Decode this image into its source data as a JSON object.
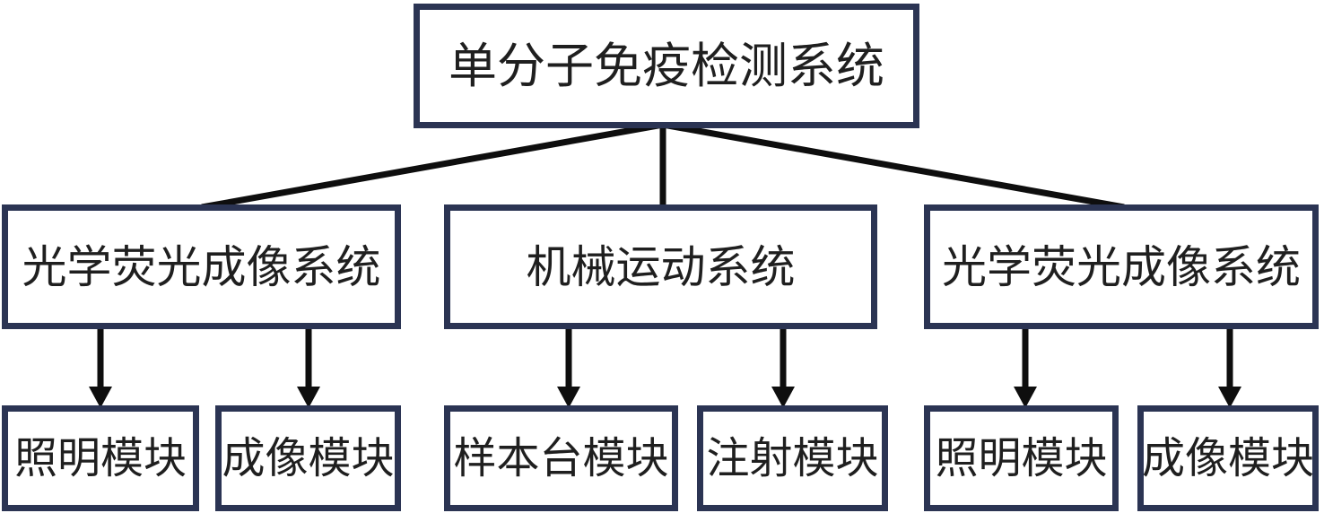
{
  "diagram": {
    "root": {
      "label": "单分子免疫检测系统"
    },
    "branches": [
      {
        "label": "光学荧光成像系统",
        "children": [
          {
            "label": "照明模块"
          },
          {
            "label": "成像模块"
          }
        ]
      },
      {
        "label": "机械运动系统",
        "children": [
          {
            "label": "样本台模块"
          },
          {
            "label": "注射模块"
          }
        ]
      },
      {
        "label": "光学荧光成像系统",
        "children": [
          {
            "label": "照明模块"
          },
          {
            "label": "成像模块"
          }
        ]
      }
    ],
    "colors": {
      "box_border": "#2b3453",
      "connector": "#0e0e0e",
      "text": "#1f1f1f",
      "background": "#ffffff"
    }
  }
}
